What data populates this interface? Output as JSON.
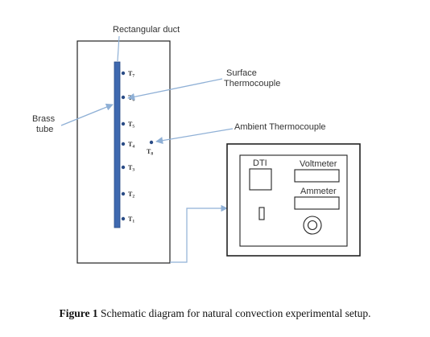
{
  "labels": {
    "rectangular_duct": "Rectangular duct",
    "surface_line1": "Surface",
    "surface_line2": "Thermocouple",
    "brass_line1": "Brass",
    "brass_line2": "tube",
    "ambient": "Ambient Thermocouple",
    "ambient_t": "T8",
    "dti": "DTI",
    "voltmeter": "Voltmeter",
    "ammeter": "Ammeter"
  },
  "thermocouples": [
    "T7",
    "T6",
    "T5",
    "T4",
    "T3",
    "T2",
    "T1"
  ],
  "caption": {
    "bold": "Figure 1",
    "text": " Schematic diagram for natural convection experimental setup."
  },
  "colors": {
    "tube": "#3f69b0",
    "tube_edge": "#2a4c86",
    "arrow": "#8fb0d6",
    "frame": "#222222"
  }
}
